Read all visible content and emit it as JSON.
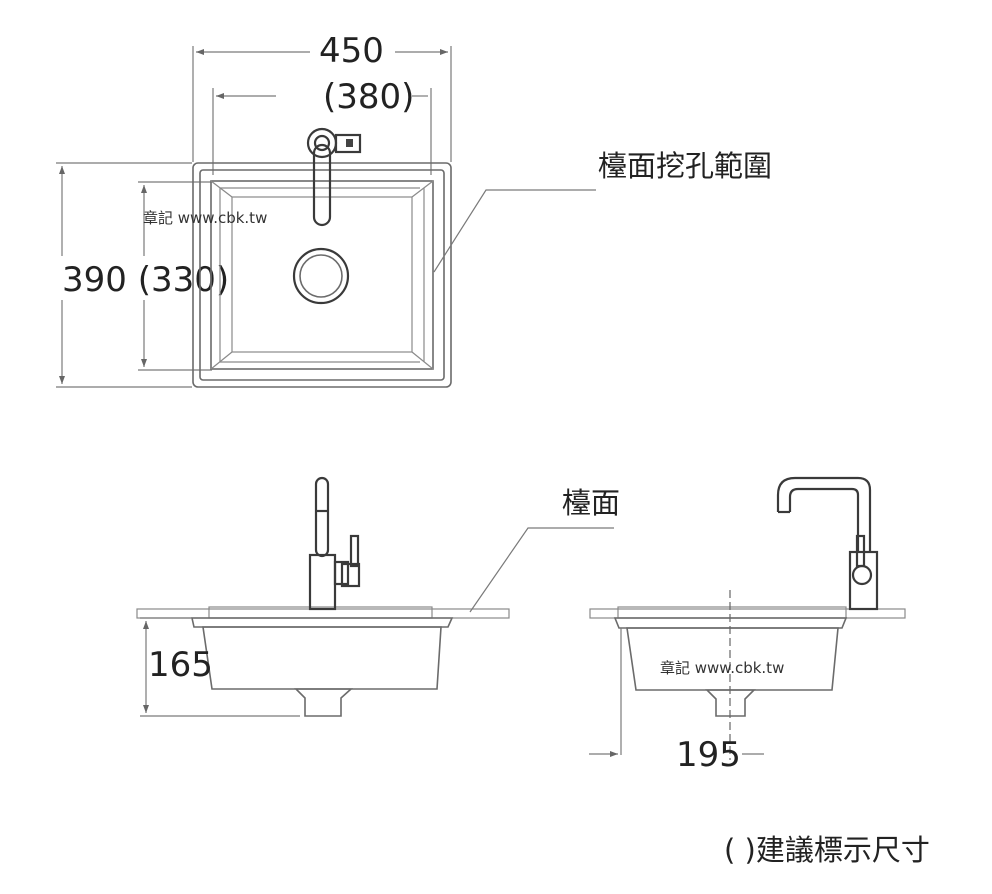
{
  "top_view": {
    "width_outer": "450",
    "width_inner": "(380)",
    "height_dims": "390 (330)",
    "cutout_label": "檯面挖孔範圍",
    "watermark": "章記 www.cbk.tw"
  },
  "side_view": {
    "depth_label": "165",
    "countertop_label": "檯面"
  },
  "end_view": {
    "depth_label": "195",
    "watermark": "章記 www.cbk.tw"
  },
  "note": "( )建議標示尺寸"
}
